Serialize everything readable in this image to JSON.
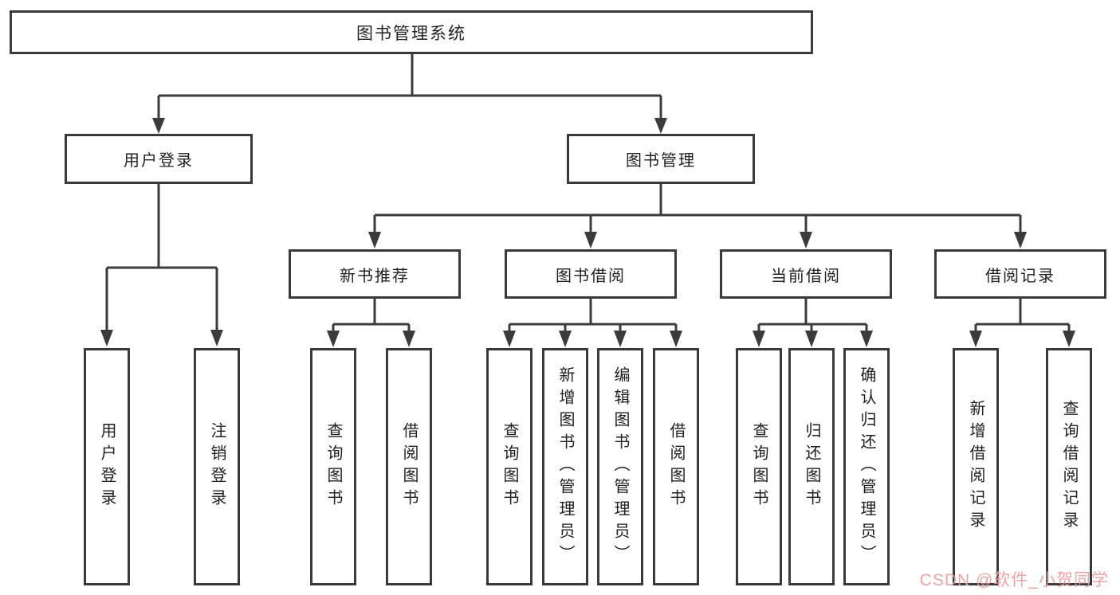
{
  "diagram": {
    "root": {
      "label": "图书管理系统"
    },
    "branches": [
      {
        "label": "用户登录",
        "children": [
          {
            "label": "用户登录"
          },
          {
            "label": "注销登录"
          }
        ]
      },
      {
        "label": "图书管理",
        "children": [
          {
            "label": "新书推荐",
            "children": [
              {
                "label": "查询图书"
              },
              {
                "label": "借阅图书"
              }
            ]
          },
          {
            "label": "图书借阅",
            "children": [
              {
                "label": "查询图书"
              },
              {
                "label": "新增图书（管理员）"
              },
              {
                "label": "编辑图书（管理员）"
              },
              {
                "label": "借阅图书"
              }
            ]
          },
          {
            "label": "当前借阅",
            "children": [
              {
                "label": "查询图书"
              },
              {
                "label": "归还图书"
              },
              {
                "label": "确认归还（管理员）"
              }
            ]
          },
          {
            "label": "借阅记录",
            "children": [
              {
                "label": "新增借阅记录"
              },
              {
                "label": "查询借阅记录"
              }
            ]
          }
        ]
      }
    ]
  },
  "watermark": {
    "text": "CSDN @软件_小贺同学"
  },
  "colors": {
    "line": "#3b3b3b",
    "box_border": "#3a3a3a",
    "text": "#1f1f1f",
    "background": "#ffffff",
    "watermark": "#ee9a9a"
  }
}
